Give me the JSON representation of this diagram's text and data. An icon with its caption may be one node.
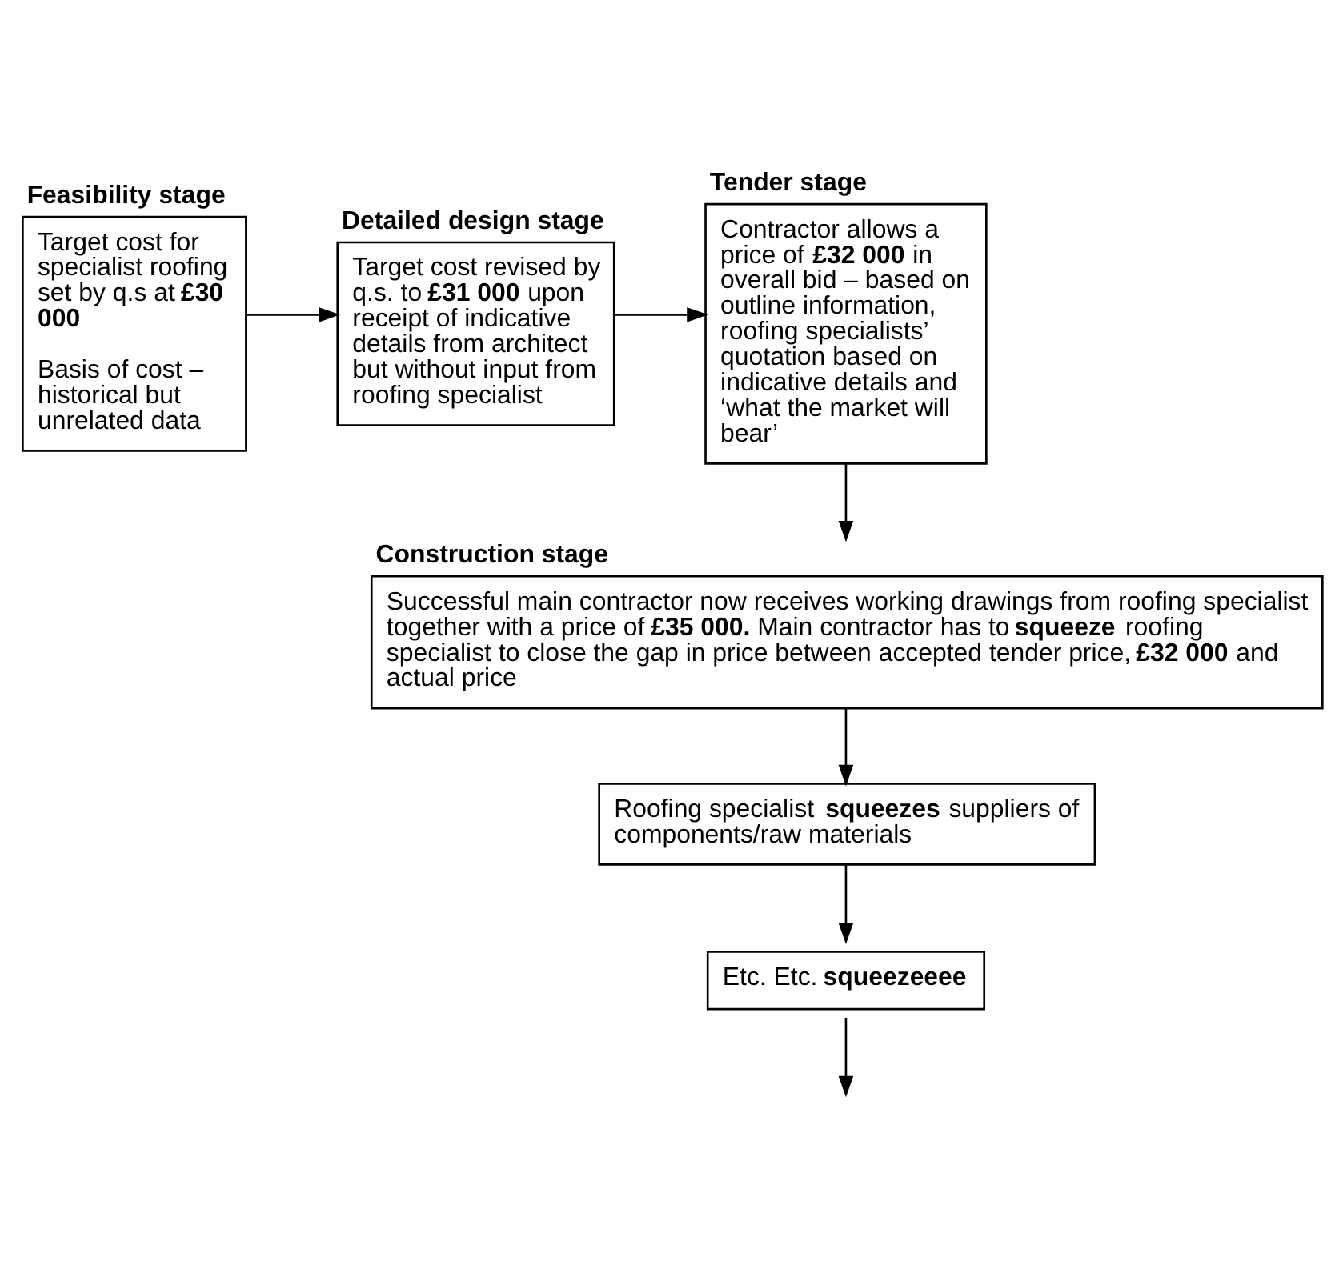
{
  "diagram": {
    "nodes": [
      {
        "text": [
          "Feasibility stage",
          "Target cost for specialist roofing set by q.s at **£30 000**",
          "Basis of cost – historical but unrelated data"
        ]
      },
      {
        "text": [
          "Detailed design stage",
          "Target cost revised by q.s. to **£31 000** upon receipt of indicative details from architect but without input from roofing specialist"
        ]
      },
      {
        "text": [
          "Tender stage",
          "Contractor allows a price of **£32 000** in overall bid – based on outline information, roofing specialists’ quotation based on indicative details and ‘what the market will bear’"
        ]
      },
      {
        "text": [
          "Construction stage",
          "Successful main contractor now receives working drawings from roofing specialist together with a price of **£35 000.** Main contractor has to **squeeze** roofing specialist to close the gap in price between accepted tender price, **£32 000** and actual price"
        ]
      },
      {
        "text": [
          "Roofing specialist **squeezes** suppliers of components/raw materials"
        ]
      },
      {
        "text": [
          "Etc. Etc. **squeezeeee**"
        ]
      }
    ],
    "edges": [
      {
        "from": 0,
        "to": 1,
        "arrow": "to"
      },
      {
        "from": 1,
        "to": 2,
        "arrow": "to"
      },
      {
        "from": 2,
        "to": 3,
        "arrow": "to"
      },
      {
        "from": 3,
        "to": 4,
        "arrow": "to"
      },
      {
        "from": 4,
        "to": 5,
        "arrow": "to"
      },
      {
        "from": 5,
        "to": null,
        "arrow": "to"
      }
    ]
  }
}
